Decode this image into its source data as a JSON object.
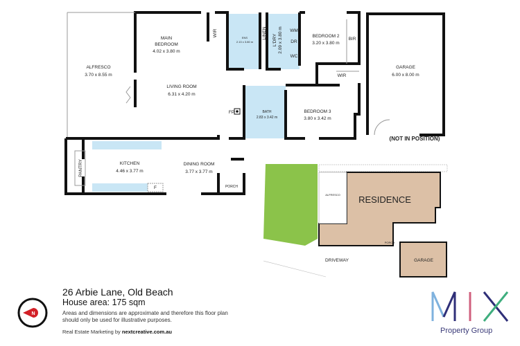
{
  "plan": {
    "rooms": {
      "alfresco": {
        "name": "ALFRESCO",
        "dims": "3.70 x 8.55 m"
      },
      "main_bedroom": {
        "name1": "MAIN",
        "name2": "BEDROOM",
        "dims": "4.02 x 3.80 m"
      },
      "wir1": "WIR",
      "ens": {
        "name": "ENS",
        "dims": "2.13 x 3.80 m"
      },
      "linen": "LINEN",
      "ldry": {
        "name": "L'DRY",
        "dims": "2.09 x 3.80 m"
      },
      "wm": "WM",
      "dr": "DR",
      "wc": "WC",
      "bedroom2": {
        "name": "BEDROOM 2",
        "dims": "3.20 x 3.80 m"
      },
      "bir": "BIR",
      "wir2": "WIR",
      "living": {
        "name": "LIVING ROOM",
        "dims": "6.31 x 4.20 m"
      },
      "fp": "FP",
      "bath": {
        "name": "BATH",
        "dims": "2.83 x 3.42 m"
      },
      "bedroom3": {
        "name": "BEDROOM 3",
        "dims": "3.80 x 3.42 m"
      },
      "garage": {
        "name": "GARAGE",
        "dims": "6.00 x 8.00 m"
      },
      "garage_note": "(NOT IN POSITION)",
      "kitchen": {
        "name": "KITCHEN",
        "dims": "4.46 x 3.77 m"
      },
      "pantry": "PANTRY",
      "fridge": "F",
      "dining": {
        "name": "DINING ROOM",
        "dims": "3.77 x 3.77 m"
      },
      "porch": "PORCH"
    },
    "site": {
      "residence": "RESIDENCE",
      "alfresco": "ALFRESCO",
      "porch": "PORCH",
      "driveway": "DRIVEWAY",
      "garage": "GARAGE"
    },
    "colors": {
      "wet_area": "#c9e6f5",
      "lawn": "#8bc34a",
      "building": "#dcc0a6",
      "wall": "#111111"
    }
  },
  "footer": {
    "address": "26 Arbie Lane, Old Beach",
    "house_area": "House area: 175 sqm",
    "disclaimer": "Areas and dimensions are approximate and therefore this floor plan should only be used for illustrative purposes.",
    "marketing_prefix": "Real Estate Marketing by ",
    "marketing_site": "nextcreative.com.au",
    "compass_letter": "N"
  },
  "logo": {
    "letters": [
      "M",
      "I",
      "X"
    ],
    "subtitle": "Property Group",
    "colors": [
      "#7fb2de",
      "#2f2f78",
      "#d0607e",
      "#3fae7e"
    ]
  }
}
